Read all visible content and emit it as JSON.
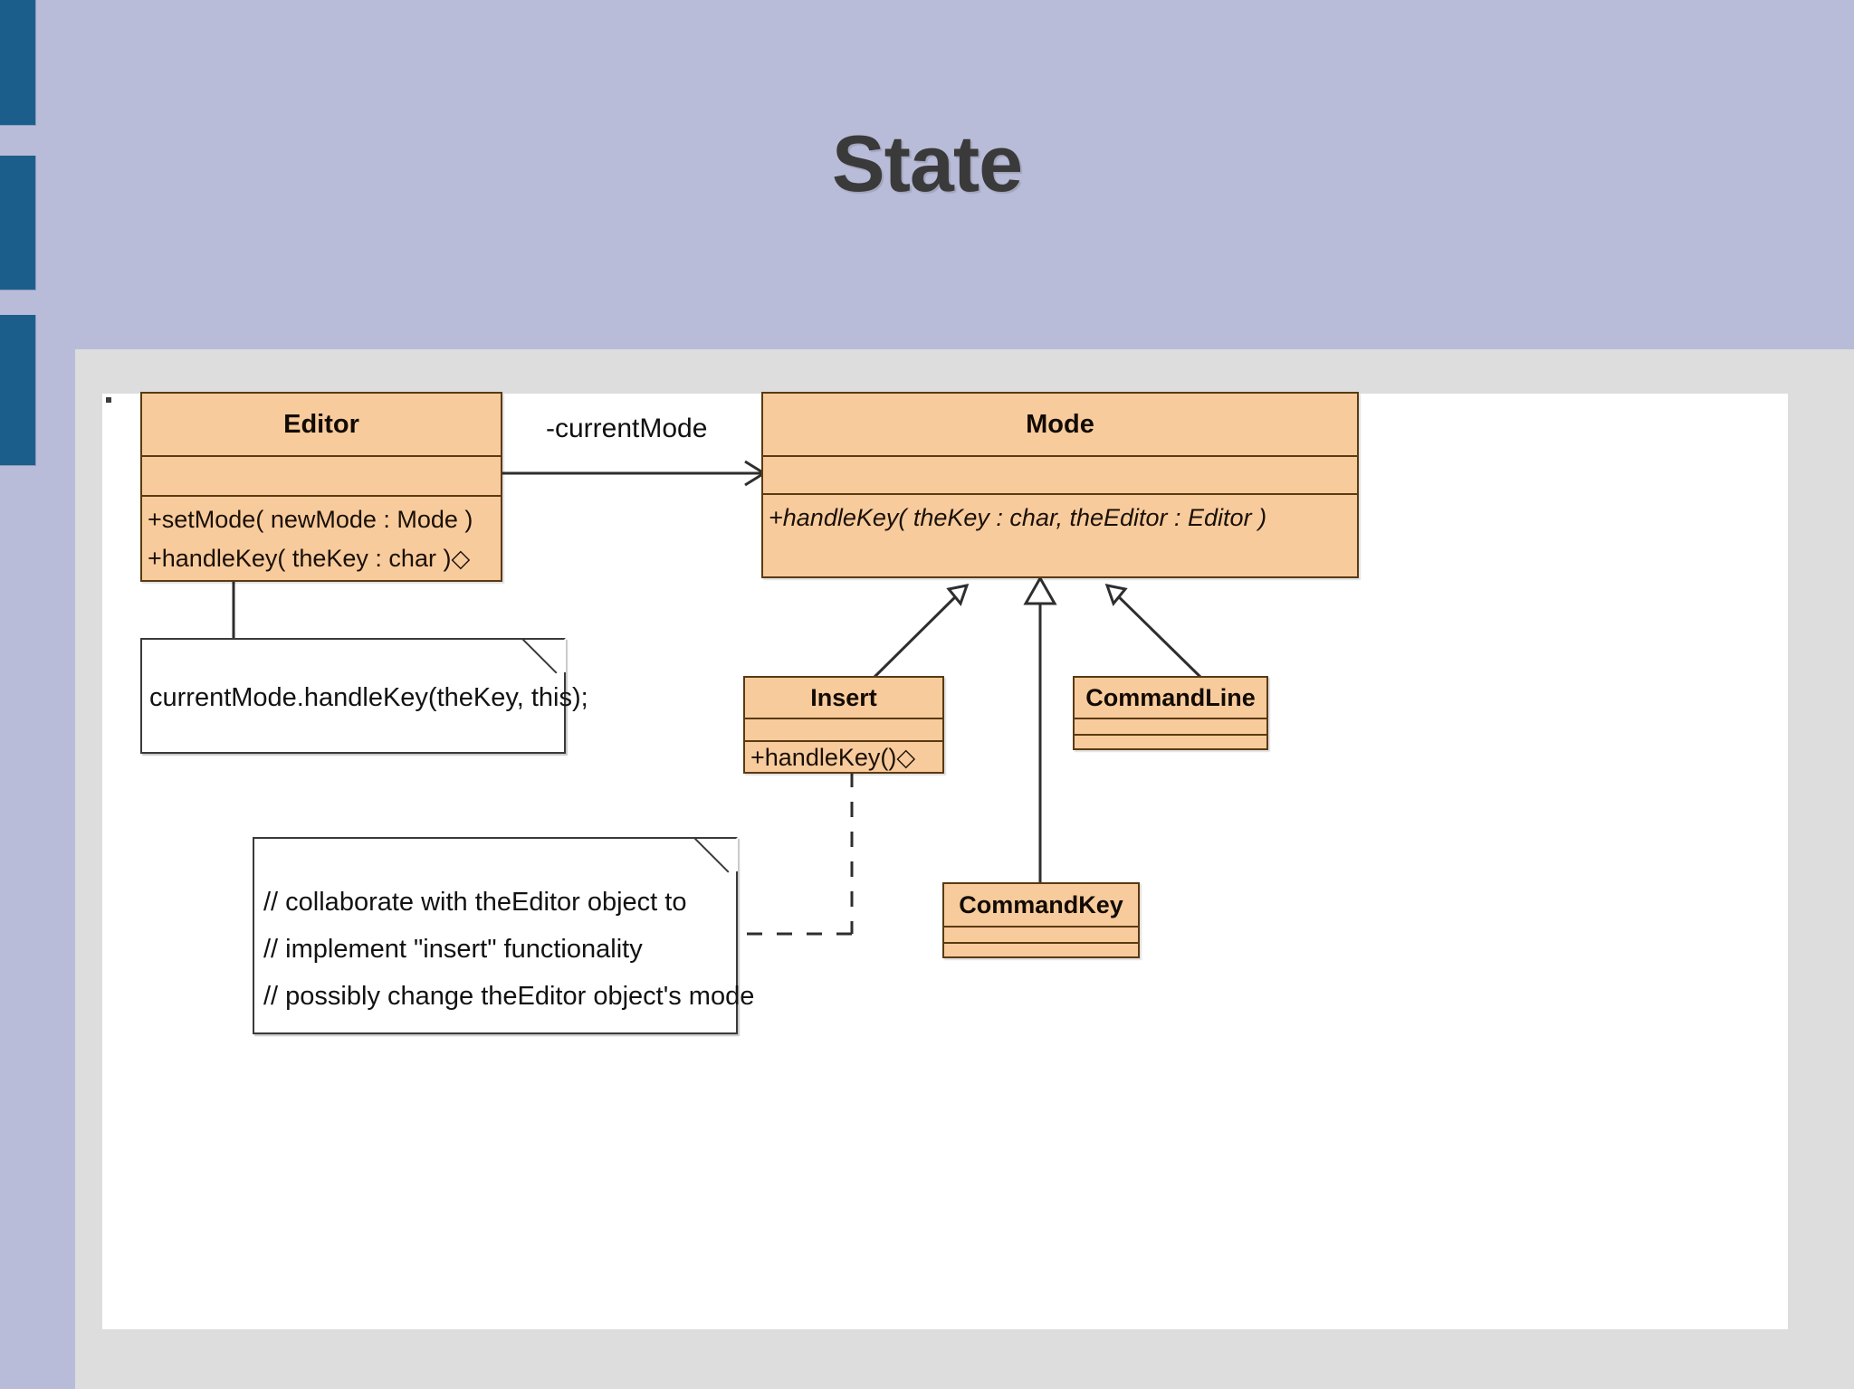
{
  "slide": {
    "title": "State",
    "title_color": "#3a3a3a",
    "background_color": "#b9bcd8",
    "accent_bar_color": "#1b5e8c",
    "frame_color": "#dddddd",
    "canvas_color": "#ffffff"
  },
  "diagram": {
    "type": "uml-class-diagram",
    "class_fill_color": "#f8cb9c",
    "class_border_color": "#5a3a12",
    "note_border_color": "#3a3a3a",
    "classes": [
      {
        "id": "editor",
        "name": "Editor",
        "abstract": false,
        "attributes": [],
        "operations": [
          "+setMode( newMode : Mode )",
          "+handleKey( theKey : char )◇"
        ]
      },
      {
        "id": "mode",
        "name": "Mode",
        "abstract": true,
        "attributes": [],
        "operations": [
          "+handleKey( theKey : char, theEditor : Editor )"
        ]
      },
      {
        "id": "insert",
        "name": "Insert",
        "abstract": false,
        "attributes": [],
        "operations": [
          "+handleKey()◇"
        ]
      },
      {
        "id": "commandline",
        "name": "CommandLine",
        "abstract": false,
        "attributes": [],
        "operations": []
      },
      {
        "id": "commandkey",
        "name": "CommandKey",
        "abstract": false,
        "attributes": [],
        "operations": []
      }
    ],
    "relationships": [
      {
        "id": "editor-mode",
        "type": "association",
        "from": "editor",
        "to": "mode",
        "label": "-currentMode",
        "arrow": "open"
      },
      {
        "id": "insert-mode",
        "type": "generalization",
        "from": "insert",
        "to": "mode",
        "label": ""
      },
      {
        "id": "commandkey-mode",
        "type": "generalization",
        "from": "commandkey",
        "to": "mode",
        "label": ""
      },
      {
        "id": "commandline-mode",
        "type": "generalization",
        "from": "commandline",
        "to": "mode",
        "label": ""
      },
      {
        "id": "editor-note",
        "type": "note-anchor",
        "from": "editor",
        "to": "note-editor",
        "style": "solid"
      },
      {
        "id": "insert-note",
        "type": "note-anchor",
        "from": "insert",
        "to": "note-insert",
        "style": "dashed"
      }
    ],
    "notes": [
      {
        "id": "note-editor",
        "lines": [
          "currentMode.handleKey(theKey, this);"
        ]
      },
      {
        "id": "note-insert",
        "lines": [
          "// collaborate with theEditor object to",
          "//    implement \"insert\" functionality",
          "// possibly change theEditor object's mode"
        ]
      }
    ]
  }
}
